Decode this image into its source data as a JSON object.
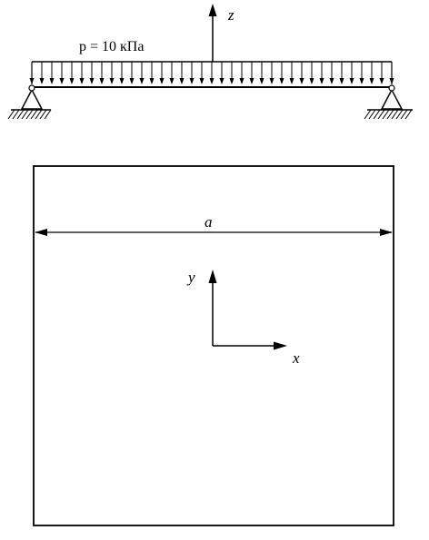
{
  "load_label": "p = 10 кПа",
  "axis_z": "z",
  "axis_y": "y",
  "axis_x": "x",
  "dimension_label": "a",
  "load_arrow_count": 37
}
